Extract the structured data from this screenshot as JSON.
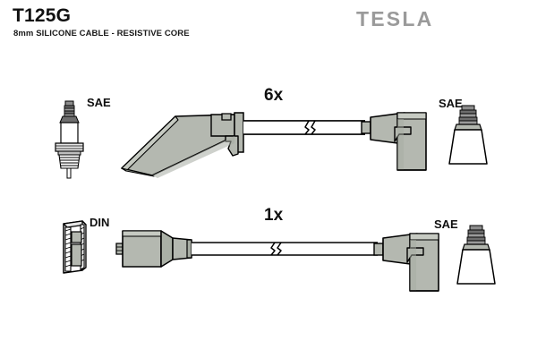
{
  "header": {
    "part_code": "T125G",
    "description": "8mm SILICONE CABLE - RESISTIVE CORE",
    "brand": "TESLA"
  },
  "quantities": {
    "top_set": "6x",
    "bottom_set": "1x"
  },
  "terminal_labels": {
    "top_left": "SAE",
    "top_right": "SAE",
    "bottom_left": "DIN",
    "bottom_right": "SAE"
  },
  "colors": {
    "boot_fill": "#b4b8b0",
    "boot_fill_shadow": "#9aa096",
    "boot_fill_light": "#c3c7bf",
    "outline": "#000000",
    "brand_gray": "#9a9a9a",
    "cable_fill": "#ffffff",
    "metal_dark": "#555555",
    "metal_mid": "#8c8c8c",
    "background": "#ffffff"
  },
  "diagram": {
    "type": "ignition-cable-set-exploded-view",
    "rows": [
      {
        "name": "top-cable-assembly",
        "quantity": "6x",
        "left_terminal": "SAE",
        "right_terminal": "SAE",
        "left_boot": "45-degree-angled-spark-plug-boot",
        "right_boot": "90-degree-right-angle-boot",
        "cable_break": true
      },
      {
        "name": "bottom-cable-assembly",
        "quantity": "1x",
        "left_terminal": "DIN",
        "right_terminal": "SAE",
        "left_boot": "straight-coil-boot",
        "right_boot": "90-degree-right-angle-boot",
        "cable_break": true
      }
    ],
    "icons": {
      "spark_plug": "spark-plug-icon",
      "din_terminal": "din-terminal-icon",
      "sae_boot_terminal": "sae-boot-terminal-icon"
    }
  }
}
